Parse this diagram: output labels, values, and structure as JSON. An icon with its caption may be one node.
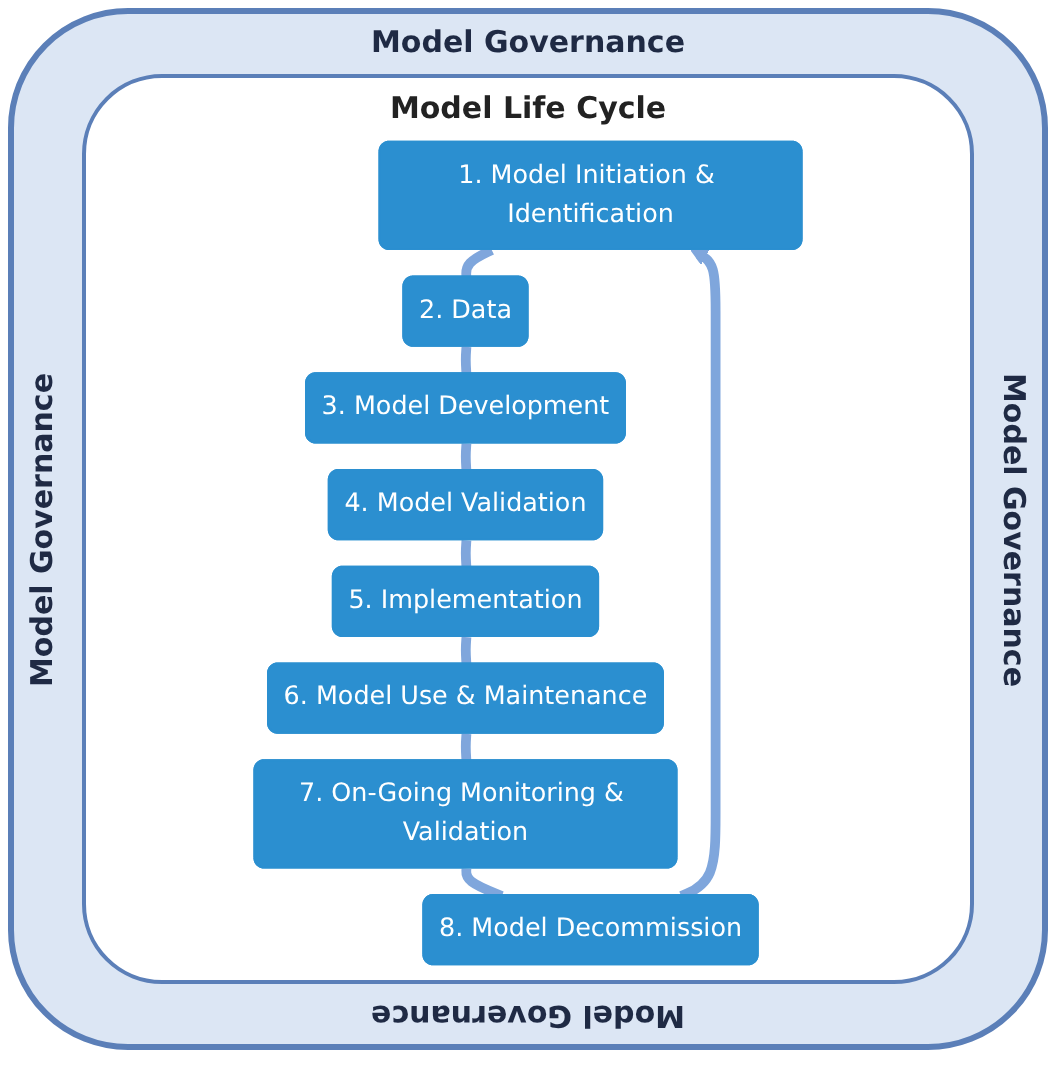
{
  "diagram": {
    "nodes": [
      {
        "text": [
          "1. Model Initiation & Identification"
        ]
      },
      {
        "text": [
          "2. Data"
        ]
      },
      {
        "text": [
          "3. Model Development"
        ]
      },
      {
        "text": [
          "4. Model Validation"
        ]
      },
      {
        "text": [
          "5. Implementation"
        ]
      },
      {
        "text": [
          "6. Model Use & Maintenance"
        ]
      },
      {
        "text": [
          "7. On-Going Monitoring & Validation"
        ]
      },
      {
        "text": [
          "8. Model Decommission"
        ]
      }
    ],
    "edges": [
      {
        "from": 0,
        "to": 1,
        "arrow": "none"
      },
      {
        "from": 1,
        "to": 2,
        "arrow": "none"
      },
      {
        "from": 2,
        "to": 3,
        "arrow": "none"
      },
      {
        "from": 3,
        "to": 4,
        "arrow": "none"
      },
      {
        "from": 4,
        "to": 5,
        "arrow": "none"
      },
      {
        "from": 5,
        "to": 6,
        "arrow": "none"
      },
      {
        "from": 6,
        "to": 7,
        "arrow": "none"
      },
      {
        "from": 7,
        "to": 0,
        "arrow": "to"
      }
    ],
    "labels": [
      "Model Governance",
      "Model Governance",
      "Model Life Cycle",
      "Model Governance",
      "Model Governance"
    ]
  }
}
